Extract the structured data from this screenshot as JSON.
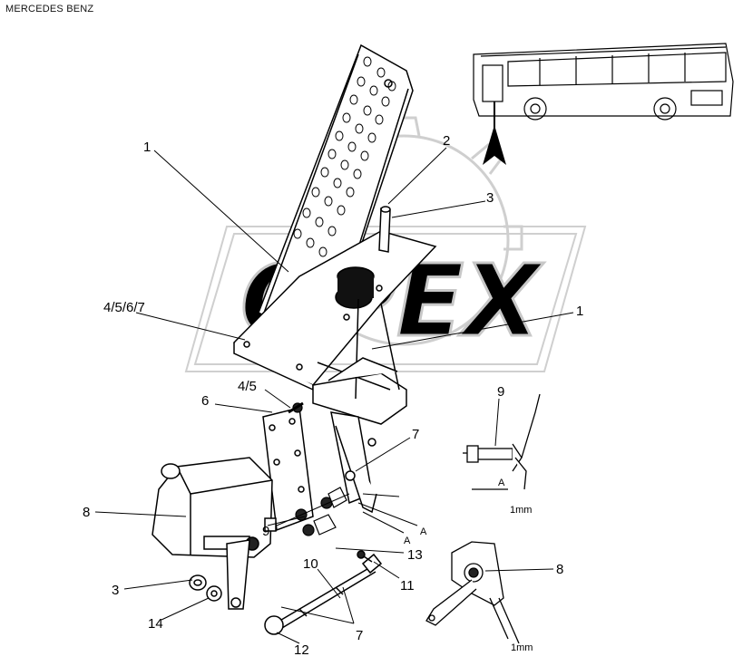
{
  "header": {
    "brand": "MERCEDES BENZ"
  },
  "watermark": {
    "text": "OPEX",
    "color": "#cfcfcf"
  },
  "callouts": {
    "c1_top": "1",
    "c2": "2",
    "c3_top": "3",
    "c4567": "4/5/6/7",
    "c1_right": "1",
    "c45": "4/5",
    "c6": "6",
    "c7_mid": "7",
    "c8_left": "8",
    "c9_mid": "9",
    "c10": "10",
    "c13": "13",
    "c11": "11",
    "c3_bottom": "3",
    "c14": "14",
    "c12": "12",
    "c7_bottom": "7",
    "c9_detail": "9",
    "c8_detail": "8",
    "a1": "A",
    "a2": "A",
    "a_detail": "A"
  },
  "dimensions": {
    "gap_top": "1mm",
    "gap_bottom": "1mm"
  },
  "colors": {
    "line": "#000000",
    "watermark": "#cfcfcf"
  }
}
